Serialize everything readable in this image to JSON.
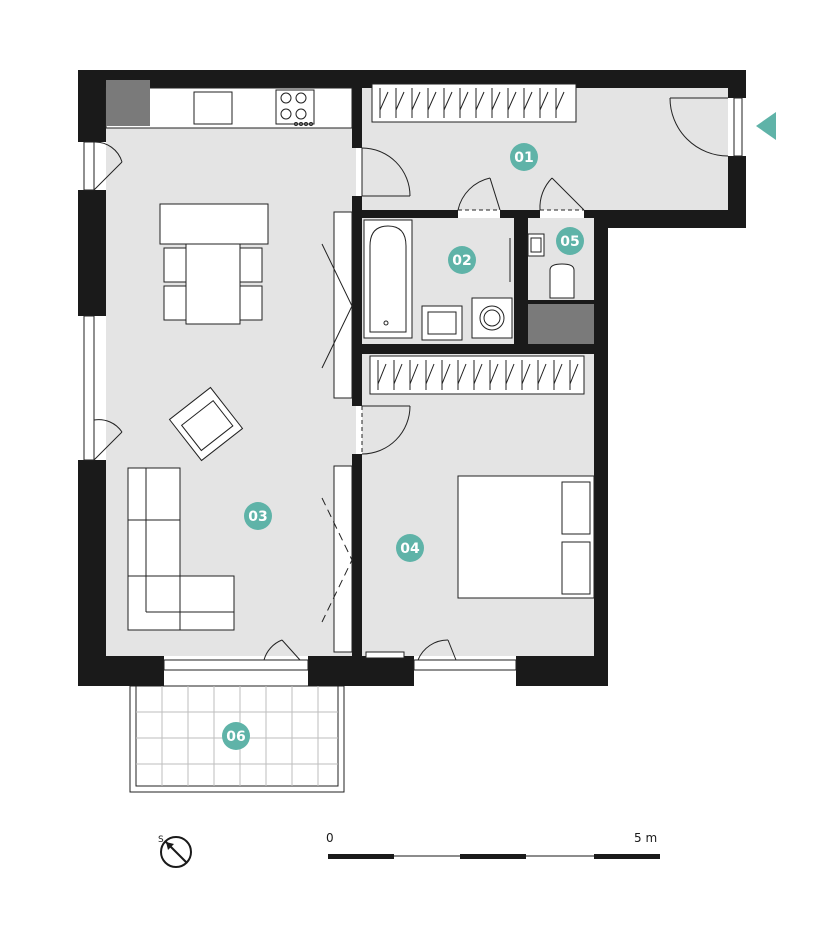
{
  "colors": {
    "wall": "#1a1a1a",
    "floor": "#e4e4e4",
    "accent": "#5fb3a8",
    "line": "#222222",
    "fixture_dark": "#7a7a7a"
  },
  "rooms": [
    {
      "id": "room-01",
      "label": "01"
    },
    {
      "id": "room-02",
      "label": "02"
    },
    {
      "id": "room-03",
      "label": "03"
    },
    {
      "id": "room-04",
      "label": "04"
    },
    {
      "id": "room-05",
      "label": "05"
    },
    {
      "id": "room-06",
      "label": "06"
    }
  ],
  "entrance": {
    "icon": "entrance-arrow-icon"
  },
  "compass": {
    "icon": "north-compass-icon",
    "mark": "S"
  },
  "scale_bar": {
    "start_label": "0",
    "end_label": "5 m",
    "segments": 5
  }
}
